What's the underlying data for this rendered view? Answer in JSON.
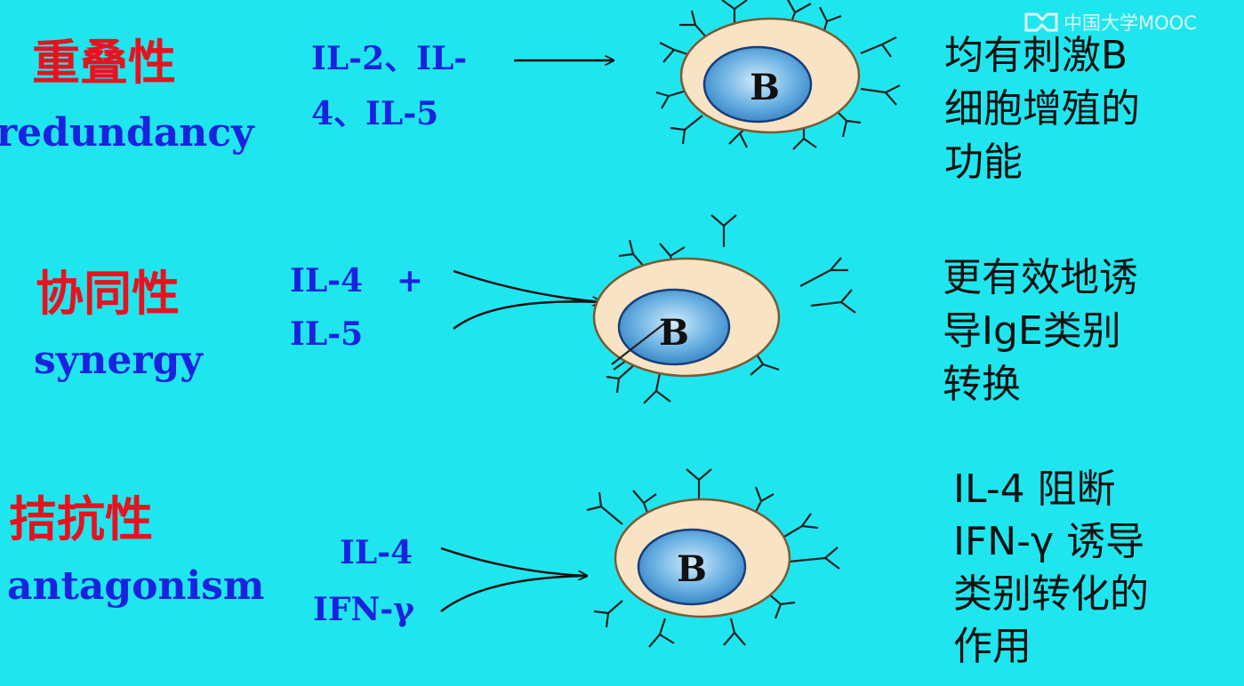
{
  "watermark": {
    "text": "中国大学MOOC"
  },
  "rows": [
    {
      "term_zh": "重叠性",
      "term_en": "redundancy",
      "cytokine_lines": [
        "IL-2、IL-",
        "4、IL-5"
      ],
      "cell_label": "B",
      "description_lines": [
        "均有刺激B",
        "细胞增殖的",
        "功能"
      ]
    },
    {
      "term_zh": "协同性",
      "term_en": "synergy",
      "cytokine_lines": [
        "IL-4   +",
        "IL-5"
      ],
      "cell_label": "B",
      "description_lines": [
        "更有效地诱",
        "导IgE类别",
        "转换"
      ]
    },
    {
      "term_zh": "拮抗性",
      "term_en": "antagonism",
      "cytokine_lines": [
        "IL-4",
        "IFN-γ"
      ],
      "cell_label": "B",
      "description_lines": [
        "IL-4 阻断",
        "IFN-γ 诱导",
        "类别转化的",
        "作用"
      ]
    }
  ],
  "colors": {
    "background": "#1fe6ee",
    "term_zh": "#e8121f",
    "english_and_cytokines": "#1a22e0",
    "cell_cytoplasm": "#f8e4c4",
    "cell_nucleus": "#3b8fd0",
    "description": "#111111"
  },
  "icons": {
    "watermark_logo": "mooc-logo-icon",
    "receptor": "y-shaped-receptor-icon"
  }
}
